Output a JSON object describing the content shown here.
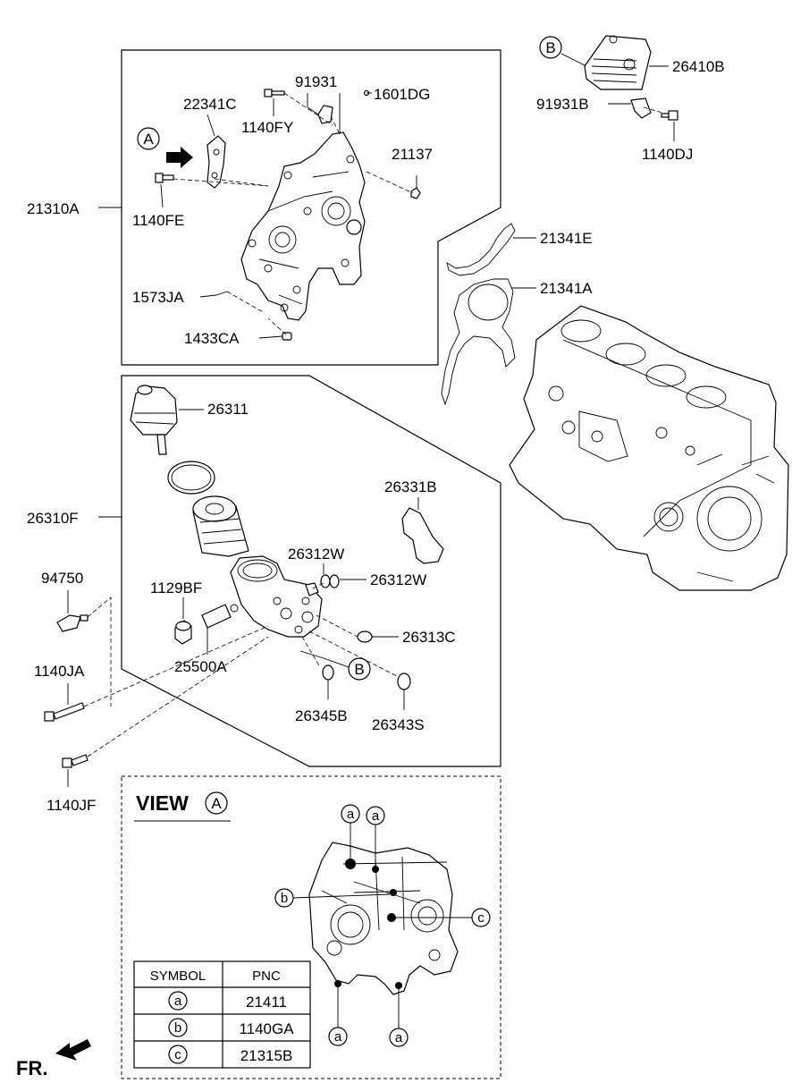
{
  "parts": {
    "p21310A": "21310A",
    "p22341C": "22341C",
    "p91931": "91931",
    "p1601DG": "1601DG",
    "p1140FY": "1140FY",
    "p21137": "21137",
    "p1140FE": "1140FE",
    "p1573JA": "1573JA",
    "p1433CA": "1433CA",
    "p26410B": "26410B",
    "p91931B": "91931B",
    "p1140DJ": "1140DJ",
    "p21341E": "21341E",
    "p21341A": "21341A",
    "p26311": "26311",
    "p26310F": "26310F",
    "p26331B": "26331B",
    "p94750": "94750",
    "p1129BF": "1129BF",
    "p26312W_a": "26312W",
    "p26312W_b": "26312W",
    "p26313C": "26313C",
    "p25500A": "25500A",
    "p1140JA": "1140JA",
    "p26345B": "26345B",
    "p26343S": "26343S",
    "p1140JF": "1140JF"
  },
  "refs": {
    "A": "A",
    "B": "B",
    "a": "a",
    "b": "b",
    "c": "c"
  },
  "view": {
    "title": "VIEW",
    "ref": "A"
  },
  "table": {
    "headers": [
      "SYMBOL",
      "PNC"
    ],
    "rows": [
      {
        "symbol": "a",
        "pnc": "21411"
      },
      {
        "symbol": "b",
        "pnc": "1140GA"
      },
      {
        "symbol": "c",
        "pnc": "21315B"
      }
    ]
  },
  "direction": {
    "label": "FR."
  }
}
